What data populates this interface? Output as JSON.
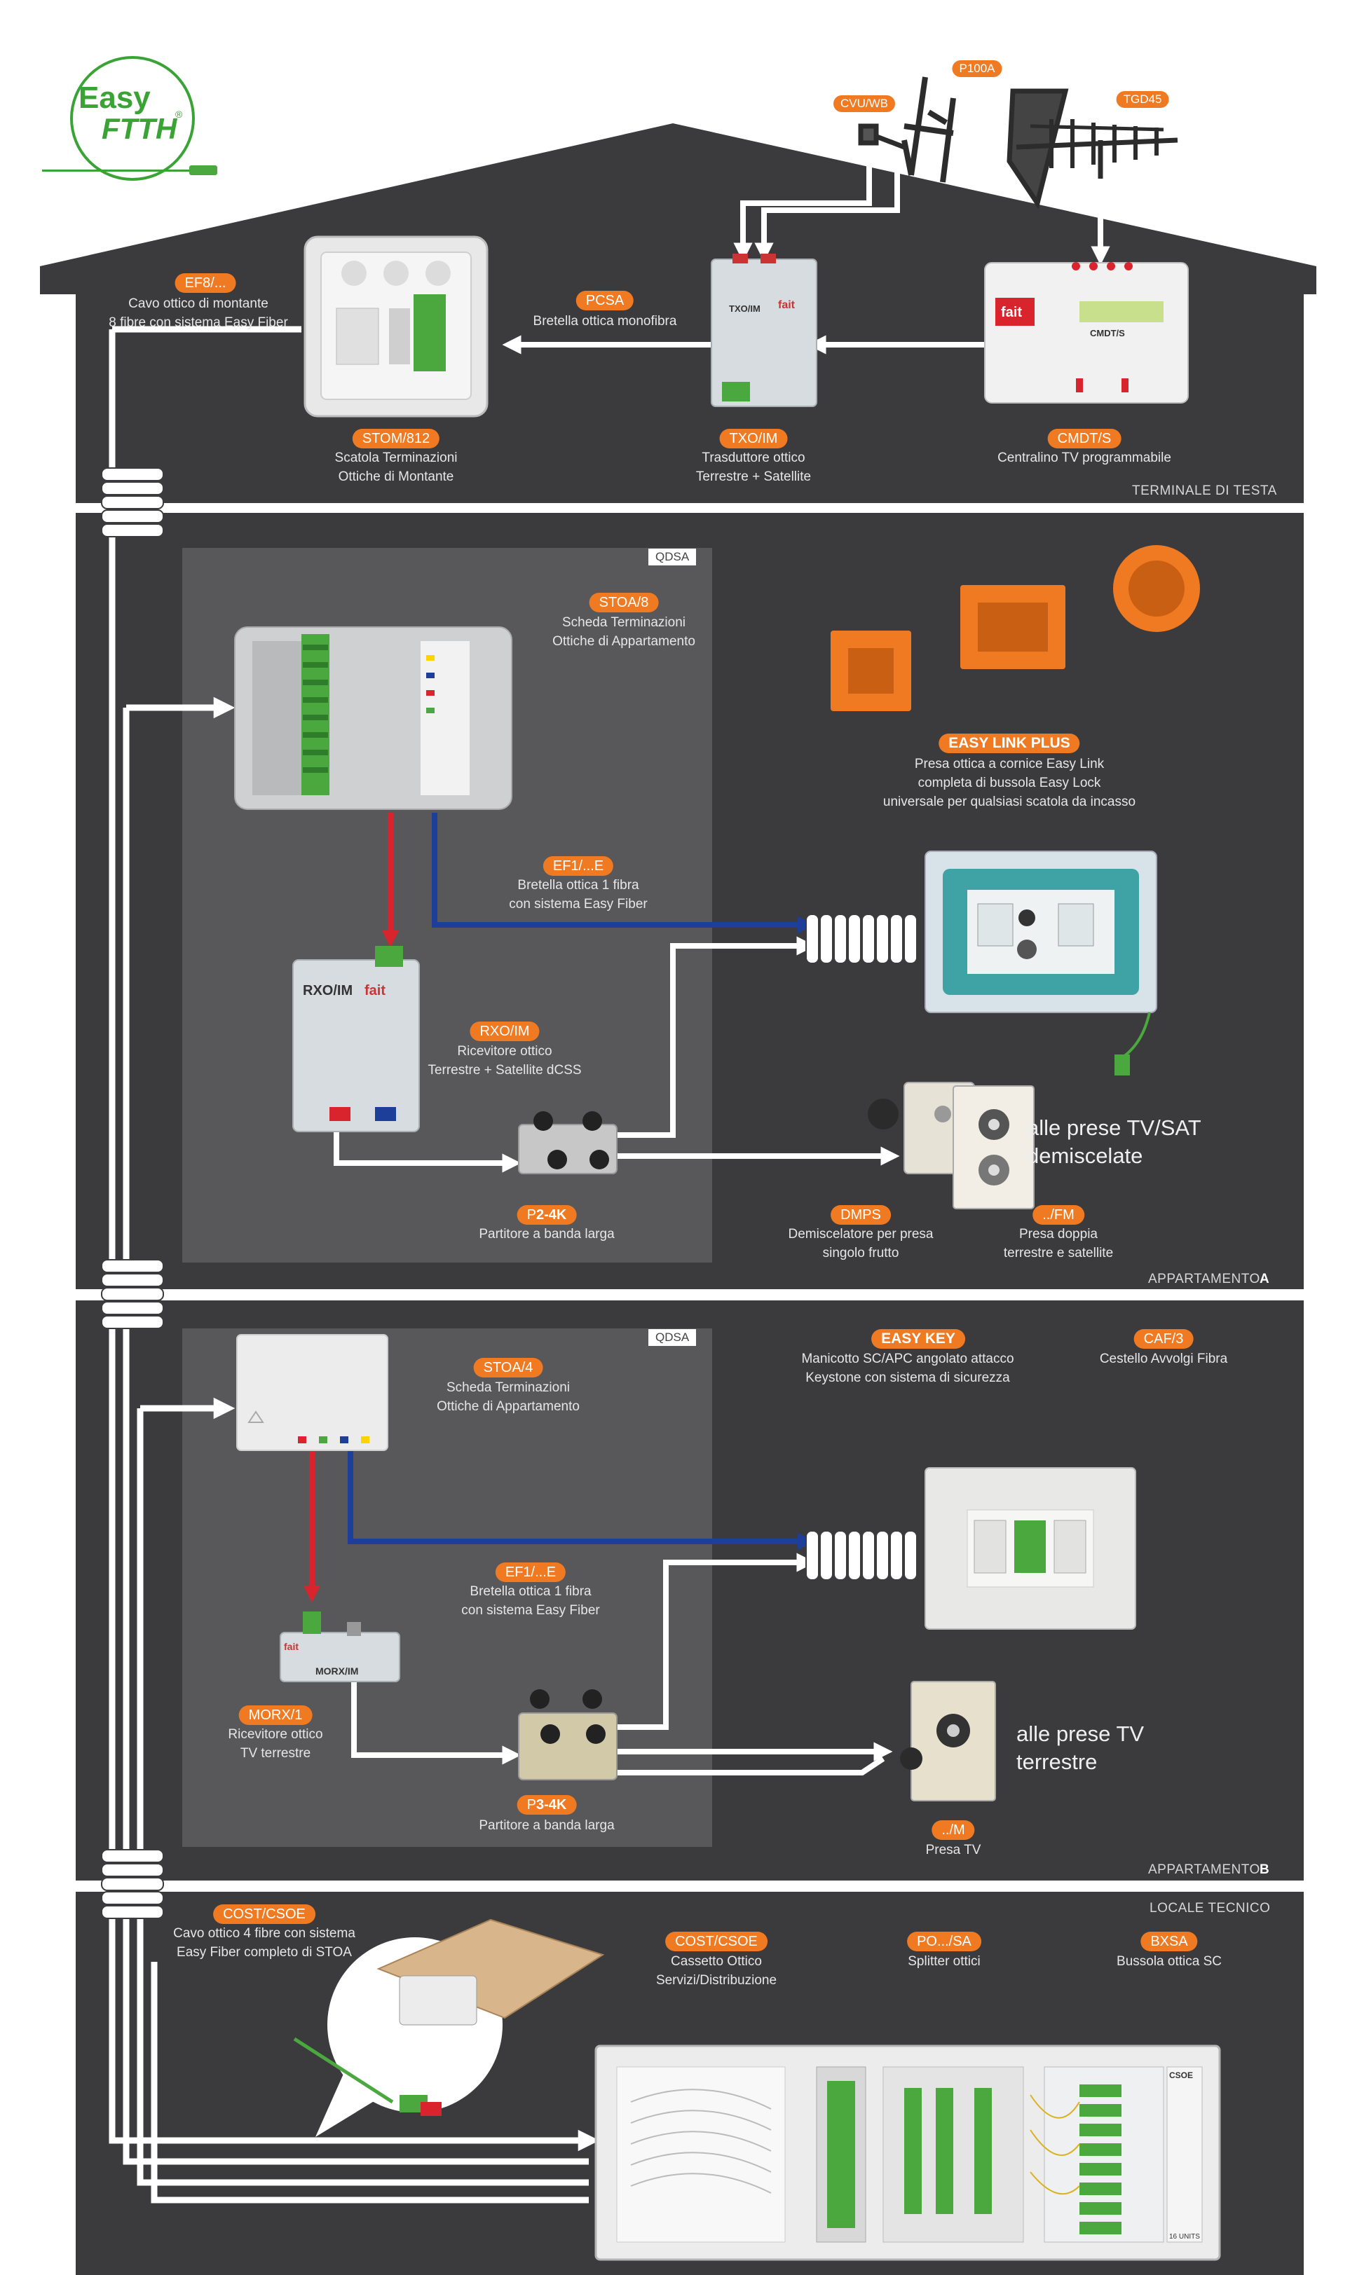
{
  "logo": {
    "line1": "Easy",
    "line2": "FTTH",
    "reg": "®"
  },
  "antennas": {
    "cvu": "CVU/WB",
    "p100": "P100A",
    "tgd": "TGD45"
  },
  "sections": {
    "head": "TERMINALE DI TESTA",
    "aptA": "APPARTAMENTO",
    "aptA_letter": "A",
    "aptB": "APPARTAMENTO",
    "aptB_letter": "B",
    "tech": "LOCALE TECNICO"
  },
  "qdsa": {
    "a": "QDSA",
    "b": "QDSA"
  },
  "head": {
    "ef8": {
      "tag": "EF8/...",
      "line1": "Cavo ottico di montante",
      "line2": "8 fibre con sistema Easy Fiber"
    },
    "pcsa": {
      "tag": "PCSA",
      "line1": "Bretella ottica monofibra"
    },
    "stom": {
      "tag": "STOM/812",
      "line1": "Scatola Terminazioni",
      "line2": "Ottiche di Montante"
    },
    "txo": {
      "tag": "TXO/IM",
      "line1": "Trasduttore ottico",
      "line2": "Terrestre + Satellite"
    },
    "cmdt": {
      "tag": "CMDT/S",
      "line1": "Centralino TV programmabile"
    }
  },
  "aptA": {
    "stoa8": {
      "tag": "STOA/8",
      "line1": "Scheda Terminazioni",
      "line2": "Ottiche di Appartamento"
    },
    "easylink": {
      "tag": "EASY LINK PLUS",
      "line1": "Presa ottica a cornice Easy Link",
      "line2": "completa di bussola Easy Lock",
      "line3": "universale per qualsiasi scatola da incasso"
    },
    "ef1": {
      "tag": "EF1/...E",
      "line1": "Bretella ottica 1 fibra",
      "line2": "con sistema Easy Fiber"
    },
    "rxo": {
      "tag": "RXO/IM",
      "line1": "Ricevitore ottico",
      "line2": "Terrestre + Satellite dCSS"
    },
    "p2": {
      "tag_pre": "P",
      "tag_bold": "2-4K",
      "line1": "Partitore a banda larga"
    },
    "big1": "alle prese TV/SAT",
    "big2": "demiscelate",
    "dmps": {
      "tag": "DMPS",
      "line1": "Demiscelatore per presa",
      "line2": "singolo frutto"
    },
    "fm": {
      "tag": "../FM",
      "line1": "Presa doppia",
      "line2": "terrestre e satellite"
    }
  },
  "aptB": {
    "stoa4": {
      "tag": "STOA/4",
      "line1": "Scheda Terminazioni",
      "line2": "Ottiche di Appartamento"
    },
    "easykey": {
      "tag": "EASY KEY",
      "line1": "Manicotto SC/APC angolato attacco",
      "line2": "Keystone con sistema di sicurezza"
    },
    "caf": {
      "tag": "CAF/3",
      "line1": "Cestello Avvolgi Fibra"
    },
    "ef1": {
      "tag": "EF1/...E",
      "line1": "Bretella ottica 1 fibra",
      "line2": "con sistema Easy Fiber"
    },
    "morx": {
      "tag": "MORX/1",
      "line1": "Ricevitore ottico",
      "line2": "TV terrestre"
    },
    "p3": {
      "tag_pre": "P",
      "tag_bold": "3-4K",
      "line1": "Partitore a banda larga"
    },
    "big1": "alle prese TV",
    "big2": "terrestre",
    "m": {
      "tag": "../M",
      "line1": "Presa TV"
    }
  },
  "tech": {
    "cost1": {
      "tag": "COST/CSOE",
      "line1": "Cavo ottico 4 fibre con sistema",
      "line2": "Easy Fiber completo di STOA"
    },
    "cost2": {
      "tag": "COST/CSOE",
      "line1": "Cassetto Ottico",
      "line2": "Servizi/Distribuzione"
    },
    "po": {
      "tag": "PO.../SA",
      "line1": "Splitter ottici"
    },
    "bxsa": {
      "tag": "BXSA",
      "line1": "Bussola ottica SC"
    }
  },
  "device_text": {
    "fait": "fait",
    "txo": "TXO/IM",
    "cmdt": "CMDT/S",
    "rxo": "RXO/IM",
    "morx": "MORX/IM",
    "csoe": "CSOE",
    "units": "16 UNITS"
  },
  "colors": {
    "orange": "#f07a22",
    "house": "#3b3b3d",
    "panel": "#545456",
    "green": "#3aa335",
    "red": "#d9232d",
    "blue": "#1d3f9a"
  }
}
